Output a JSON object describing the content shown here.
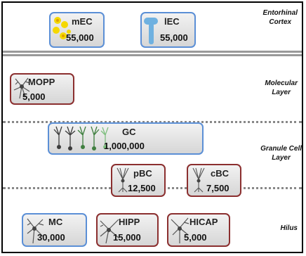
{
  "layers": {
    "entorhinal_cortex": [
      "Entorhinal",
      "Cortex"
    ],
    "molecular_layer": [
      "Molecular",
      "Layer"
    ],
    "granule_cell_layer": [
      "Granule Cell",
      "Layer"
    ],
    "hilus": [
      "Hilus"
    ]
  },
  "cells": {
    "mEC": {
      "name": "mEC",
      "count": "55,000",
      "type": "excitatory"
    },
    "lEC": {
      "name": "lEC",
      "count": "55,000",
      "type": "excitatory"
    },
    "MOPP": {
      "name": "MOPP",
      "count": "5,000",
      "type": "inhibitory"
    },
    "GC": {
      "name": "GC",
      "count": "1,000,000",
      "type": "excitatory"
    },
    "pBC": {
      "name": "pBC",
      "count": "12,500",
      "type": "inhibitory"
    },
    "cBC": {
      "name": "cBC",
      "count": "7,500",
      "type": "inhibitory"
    },
    "MC": {
      "name": "MC",
      "count": "30,000",
      "type": "excitatory"
    },
    "HIPP": {
      "name": "HIPP",
      "count": "15,000",
      "type": "inhibitory"
    },
    "HICAP": {
      "name": "HICAP",
      "count": "5,000",
      "type": "inhibitory"
    }
  },
  "colors": {
    "excitatory_border": "#5b8fd6",
    "inhibitory_border": "#8b2f2f",
    "grid_cell_yellow": "#f5d800",
    "lateral_cell_blue": "#6fb1e0",
    "granule_green": "#7fbf7f"
  }
}
